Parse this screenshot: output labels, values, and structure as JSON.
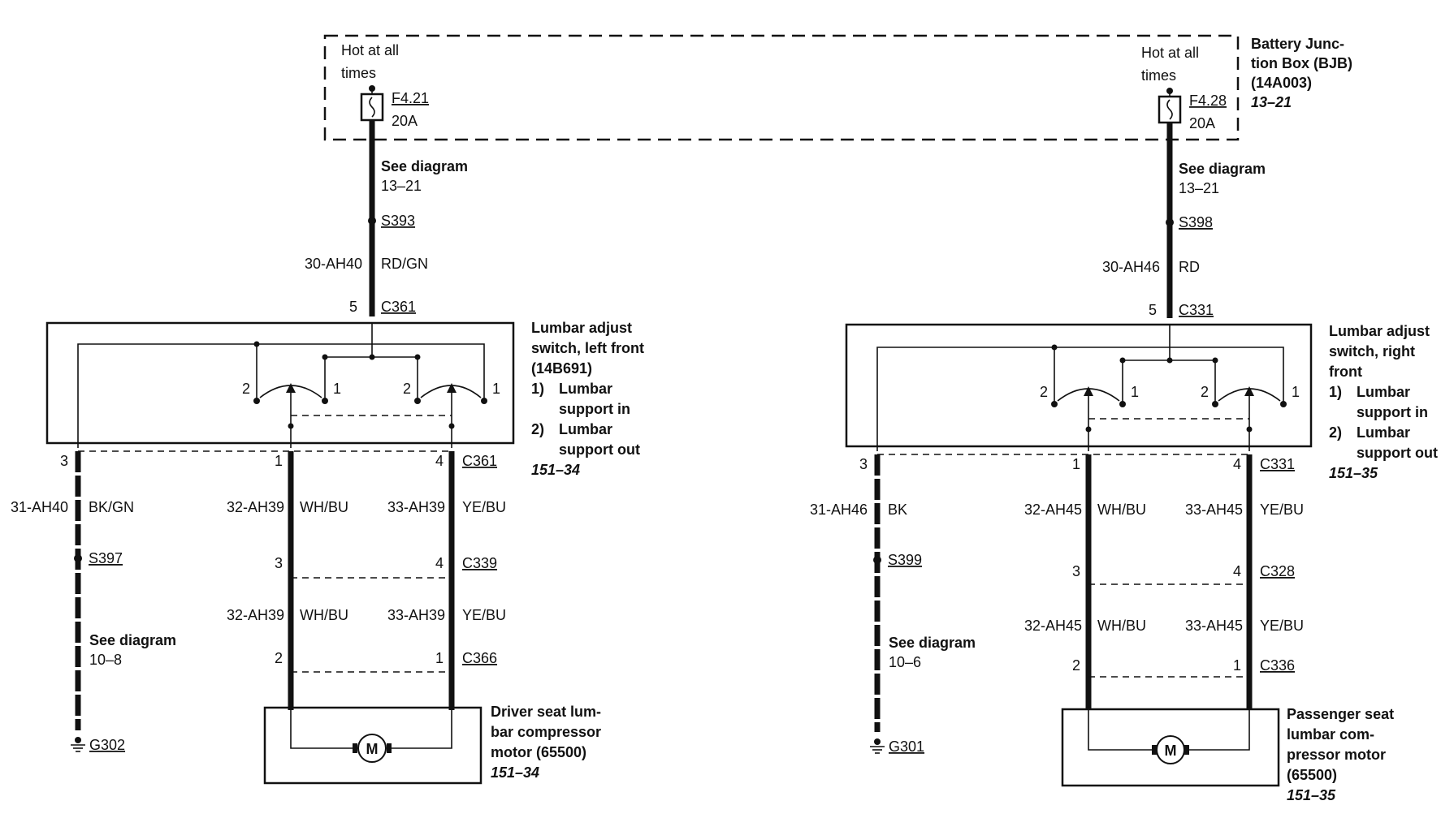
{
  "bjb": {
    "name": [
      "Battery Junc-",
      "tion Box (BJB)",
      "(14A003)"
    ],
    "ref": "13–21",
    "hot_left": [
      "Hot at all",
      "times"
    ],
    "hot_right": [
      "Hot at all",
      "times"
    ],
    "fuse_left": {
      "id": "F4.21",
      "rating": "20A"
    },
    "fuse_right": {
      "id": "F4.28",
      "rating": "20A"
    }
  },
  "left": {
    "see_top": {
      "title": "See diagram",
      "ref": "13–21"
    },
    "splice_top": "S393",
    "feed": {
      "circuit": "30-AH40",
      "color": "RD/GN"
    },
    "switch_conn": {
      "pin": "5",
      "id": "C361"
    },
    "switch": {
      "name": [
        "Lumbar adjust",
        "switch, left front",
        "(14B691)"
      ],
      "legend": [
        {
          "num": "1)",
          "text": [
            "Lumbar",
            "support in"
          ]
        },
        {
          "num": "2)",
          "text": [
            "Lumbar",
            "support out"
          ]
        }
      ],
      "ref": "151–34",
      "pos_labels": [
        "2",
        "1",
        "2",
        "1"
      ]
    },
    "out_pins": {
      "ground": "3",
      "a": "1",
      "b": "4",
      "conn": "C361"
    },
    "ground_wire": {
      "circuit": "31-AH40",
      "color": "BK/GN",
      "splice": "S397",
      "see_title": "See diagram",
      "see_ref": "10–8",
      "ground": "G302"
    },
    "wire_a": {
      "circuit": "32-AH39",
      "color": "WH/BU"
    },
    "wire_b": {
      "circuit": "33-AH39",
      "color": "YE/BU"
    },
    "mid_conn": {
      "a": "3",
      "b": "4",
      "id": "C339"
    },
    "wire_a2": {
      "circuit": "32-AH39",
      "color": "WH/BU"
    },
    "wire_b2": {
      "circuit": "33-AH39",
      "color": "YE/BU"
    },
    "low_conn": {
      "a": "2",
      "b": "1",
      "id": "C366"
    },
    "motor": {
      "symbol": "M",
      "name": [
        "Driver seat lum-",
        "bar compressor",
        "motor (65500)"
      ],
      "ref": "151–34"
    }
  },
  "right": {
    "see_top": {
      "title": "See diagram",
      "ref": "13–21"
    },
    "splice_top": "S398",
    "feed": {
      "circuit": "30-AH46",
      "color": "RD"
    },
    "switch_conn": {
      "pin": "5",
      "id": "C331"
    },
    "switch": {
      "name": [
        "Lumbar adjust",
        "switch, right",
        "front"
      ],
      "legend": [
        {
          "num": "1)",
          "text": [
            "Lumbar",
            "support in"
          ]
        },
        {
          "num": "2)",
          "text": [
            "Lumbar",
            "support out"
          ]
        }
      ],
      "ref": "151–35",
      "pos_labels": [
        "2",
        "1",
        "2",
        "1"
      ]
    },
    "out_pins": {
      "ground": "3",
      "a": "1",
      "b": "4",
      "conn": "C331"
    },
    "ground_wire": {
      "circuit": "31-AH46",
      "color": "BK",
      "splice": "S399",
      "see_title": "See diagram",
      "see_ref": "10–6",
      "ground": "G301"
    },
    "wire_a": {
      "circuit": "32-AH45",
      "color": "WH/BU"
    },
    "wire_b": {
      "circuit": "33-AH45",
      "color": "YE/BU"
    },
    "mid_conn": {
      "a": "3",
      "b": "4",
      "id": "C328"
    },
    "wire_a2": {
      "circuit": "32-AH45",
      "color": "WH/BU"
    },
    "wire_b2": {
      "circuit": "33-AH45",
      "color": "YE/BU"
    },
    "low_conn": {
      "a": "2",
      "b": "1",
      "id": "C336"
    },
    "motor": {
      "symbol": "M",
      "name": [
        "Passenger seat",
        "lumbar com-",
        "pressor motor",
        "(65500)"
      ],
      "ref": "151–35"
    }
  }
}
